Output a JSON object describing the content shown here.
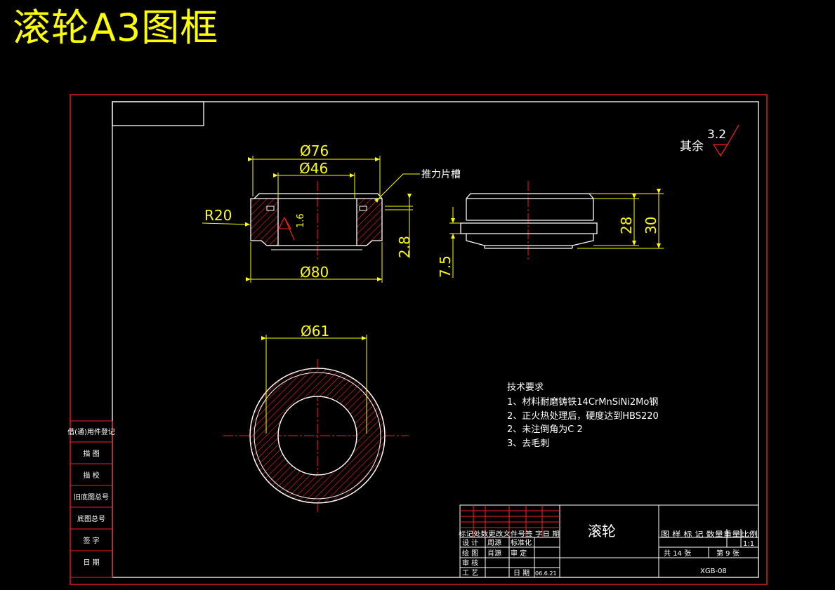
{
  "header": {
    "title": "滚轮A3图框"
  },
  "surface_finish": {
    "label": "其余",
    "value": "3.2"
  },
  "dims": {
    "d76": "Ø76",
    "d46": "Ø46",
    "d80": "Ø80",
    "d61": "Ø61",
    "r20": "R20",
    "ra16": "1.6",
    "h28a": "2.8",
    "h28": "28",
    "h30": "30",
    "h75": "7.5"
  },
  "callout": {
    "groove": "推力片槽"
  },
  "tech": {
    "title": "技术要求",
    "items": [
      "1、材料耐磨铸铁14CrMnSiNi2Mo钢",
      "2、正火热处理后，硬度达到HBS220",
      "2、未注倒角为C 2",
      "3、去毛刺"
    ]
  },
  "left_strip": [
    "借(通)用件登记",
    "描  图",
    "描  校",
    "旧底图总号",
    "底图总号",
    "签  字",
    "日  期"
  ],
  "title_block": {
    "part_name": "滚轮",
    "col_headers": "标记处数更改文件号签 字日 期",
    "rows": [
      {
        "role": "设 计",
        "name": "周源",
        "role2": "标准化"
      },
      {
        "role": "绘 图",
        "name": "肖源",
        "role2": "审 定"
      },
      {
        "role": "审 核",
        "name": "",
        "role2": ""
      },
      {
        "role": "工 艺",
        "name": "",
        "role2": "日 期"
      }
    ],
    "date": "06.6.21",
    "right_headers": "图 样 标 记 数量重量比例",
    "scale": "1:1",
    "sheets": "共 14 张",
    "sheet_no": "第 9 张",
    "drawing_no": "XGB-08"
  }
}
